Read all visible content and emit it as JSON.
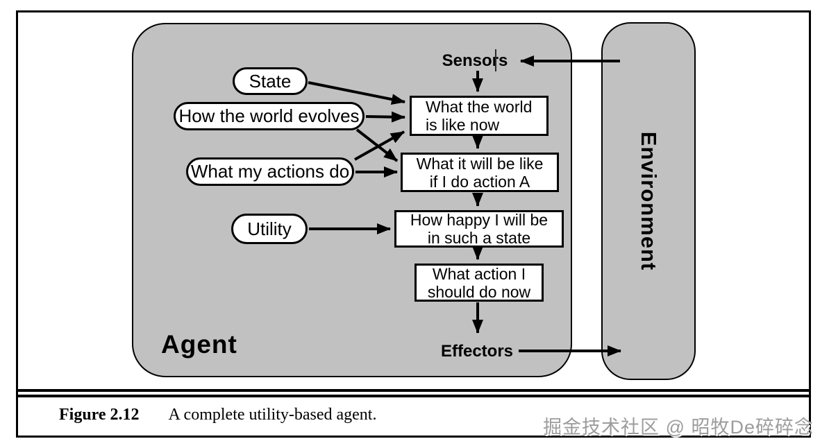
{
  "figure": {
    "caption_label": "Figure 2.12",
    "caption_text": "A complete utility-based agent.",
    "watermark": "掘金技术社区 @ 昭牧De碎碎念"
  },
  "diagram": {
    "agent_label": "Agent",
    "environment_label": "Environment",
    "sensors_label": "Sensors",
    "effectors_label": "Effectors",
    "ovals": [
      {
        "id": "state",
        "label": "State"
      },
      {
        "id": "how-world-evolves",
        "label": "How the world evolves"
      },
      {
        "id": "what-actions-do",
        "label": "What my actions do"
      },
      {
        "id": "utility",
        "label": "Utility"
      }
    ],
    "boxes": [
      {
        "id": "world-now",
        "lines": [
          "What the world",
          "is like now"
        ]
      },
      {
        "id": "world-if-action",
        "lines": [
          "What it will be like",
          "if I do action A"
        ]
      },
      {
        "id": "happiness",
        "lines": [
          "How happy I will be",
          "in such a state"
        ]
      },
      {
        "id": "action-now",
        "lines": [
          "What action I",
          "should do now"
        ]
      }
    ],
    "colors": {
      "node_fill": "#c1c1c1",
      "box_fill": "#ffffff",
      "line": "#000000",
      "watermark": "#9c9c9c"
    }
  }
}
